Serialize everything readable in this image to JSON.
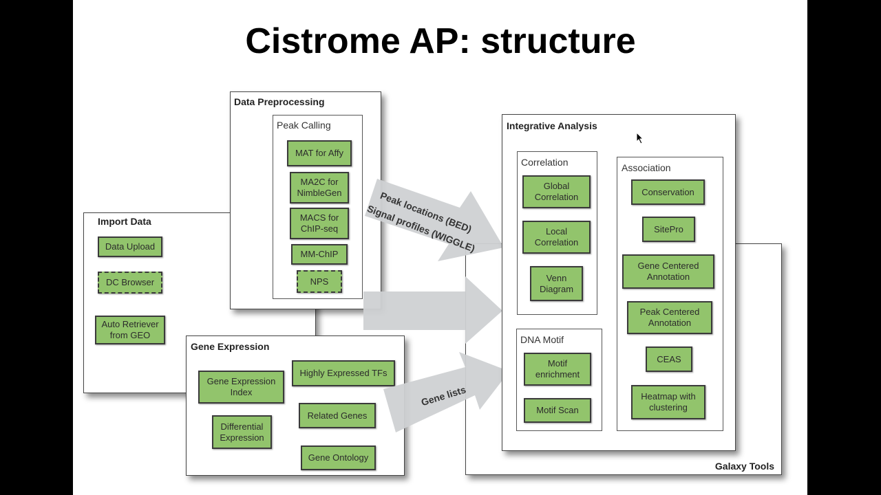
{
  "title": "Cistrome AP: structure",
  "colors": {
    "box_fill": "#92c46c",
    "arrow_fill": "#cfd1d3",
    "background": "#ffffff"
  },
  "galaxy_tools": {
    "label": "Galaxy Tools"
  },
  "import_data": {
    "title": "Import Data",
    "items": [
      {
        "label": "Data Upload",
        "style": "solid"
      },
      {
        "label": "DC Browser",
        "style": "dashed"
      },
      {
        "label": "Auto Retriever\nfrom GEO",
        "style": "solid"
      }
    ]
  },
  "data_preprocessing": {
    "title": "Data Preprocessing",
    "peak_calling": {
      "title": "Peak Calling",
      "items": [
        {
          "label": "MAT for Affy",
          "style": "solid"
        },
        {
          "label": "MA2C for\nNimbleGen",
          "style": "solid"
        },
        {
          "label": "MACS for\nChIP-seq",
          "style": "solid"
        },
        {
          "label": "MM-ChIP",
          "style": "solid"
        },
        {
          "label": "NPS",
          "style": "dashed"
        }
      ]
    }
  },
  "gene_expression": {
    "title": "Gene Expression",
    "items": [
      {
        "label": "Gene Expression\nIndex"
      },
      {
        "label": "Highly Expressed TFs"
      },
      {
        "label": "Differential\nExpression"
      },
      {
        "label": "Related Genes"
      },
      {
        "label": "Gene Ontology"
      }
    ]
  },
  "arrows": [
    {
      "label_line1": "Peak locations (BED)",
      "label_line2": "Signal profiles (WIGGLE)"
    },
    {
      "label_line1": ""
    },
    {
      "label_line1": "Gene lists"
    }
  ],
  "integrative_analysis": {
    "title": "Integrative Analysis",
    "correlation": {
      "title": "Correlation",
      "items": [
        {
          "label": "Global\nCorrelation"
        },
        {
          "label": "Local\nCorrelation"
        },
        {
          "label": "Venn\nDiagram"
        }
      ]
    },
    "dna_motif": {
      "title": "DNA Motif",
      "items": [
        {
          "label": "Motif\nenrichment"
        },
        {
          "label": "Motif Scan"
        }
      ]
    },
    "association": {
      "title": "Association",
      "items": [
        {
          "label": "Conservation"
        },
        {
          "label": "SitePro"
        },
        {
          "label": "Gene Centered\nAnnotation"
        },
        {
          "label": "Peak Centered\nAnnotation"
        },
        {
          "label": "CEAS"
        },
        {
          "label": "Heatmap with\nclustering"
        }
      ]
    }
  }
}
